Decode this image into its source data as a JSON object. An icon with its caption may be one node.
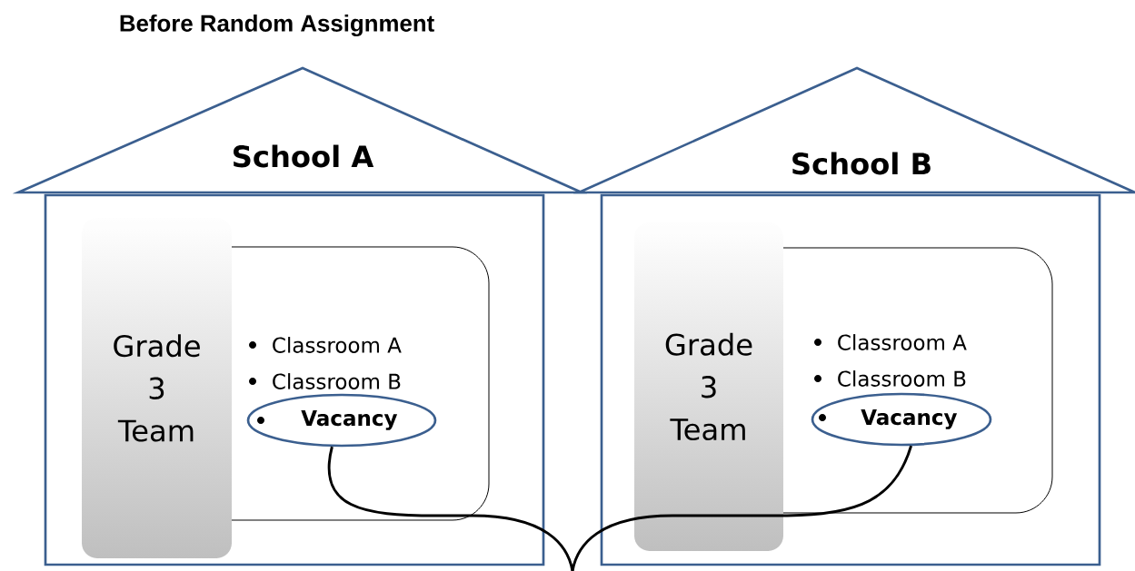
{
  "diagram": {
    "title": "Before Random Assignment",
    "nodes": [
      {
        "text": [
          "School A"
        ]
      },
      {
        "text": [
          "Grade 3 Team"
        ],
        "in": 0
      },
      {
        "text": [
          "Classroom A",
          "Classroom B"
        ],
        "in": 0
      },
      {
        "text": [
          "Vacancy"
        ],
        "in": 2
      },
      {
        "text": [
          "School B"
        ]
      },
      {
        "text": [
          "Grade 3 Team"
        ],
        "in": 4
      },
      {
        "text": [
          "Classroom A",
          "Classroom B"
        ],
        "in": 4
      },
      {
        "text": [
          "Vacancy"
        ],
        "in": 6
      }
    ],
    "edges": [
      {
        "from": 3,
        "to": null,
        "arrow": "none"
      },
      {
        "from": 7,
        "to": null,
        "arrow": "none"
      }
    ]
  }
}
